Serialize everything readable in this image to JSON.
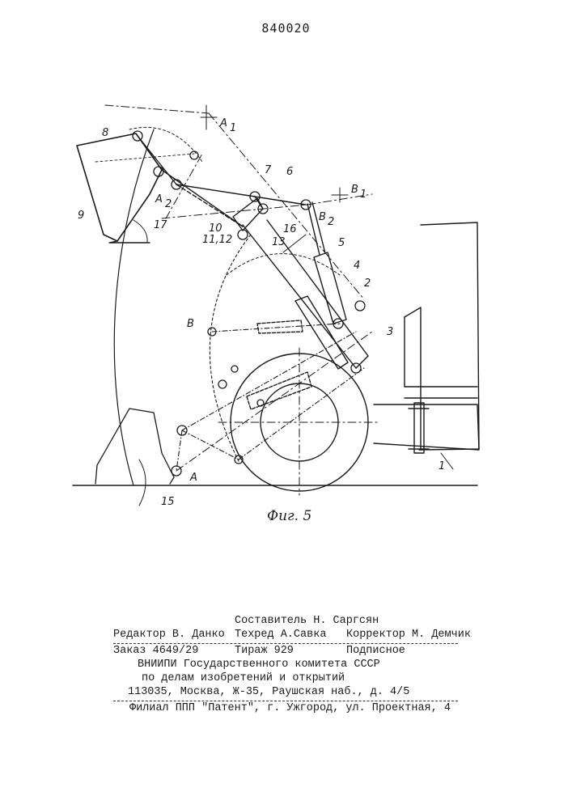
{
  "page_number": "840020",
  "figure_caption": "Фиг. 5",
  "labels": {
    "l1": "1",
    "l2": "2",
    "l3": "3",
    "l4": "4",
    "l5": "5",
    "l6": "6",
    "l7": "7",
    "l8": "8",
    "l9": "9",
    "l10": "10",
    "l1112": "11,12",
    "l13": "13",
    "l15": "15",
    "l16": "16",
    "l17": "17",
    "A": "A",
    "A1": "A",
    "A1sub": "1",
    "A2": "A",
    "A2sub": "2",
    "B": "B",
    "B1": "B",
    "B1sub": "1",
    "B2": "B",
    "B2sub": "2"
  },
  "colophon": {
    "compiler": "Составитель Н. Саргсян",
    "editor": "Редактор В. Данко",
    "techred": "Техред А.Савка",
    "corrector": "Корректор М. Демчик",
    "order": "Заказ 4649/29",
    "circulation": "Тираж 929",
    "subscription": "Подписное",
    "org1": "ВНИИПИ Государственного комитета СССР",
    "org2": "по делам изобретений и открытий",
    "address": "113035, Москва, Ж-35, Раушская наб., д. 4/5",
    "branch": "Филиал ППП \"Патент\", г. Ужгород, ул. Проектная, 4"
  }
}
